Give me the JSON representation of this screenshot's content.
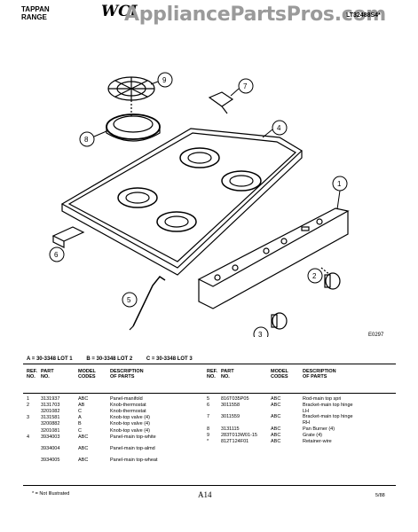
{
  "header": {
    "brand_line1": "TAPPAN",
    "brand_line2": "RANGE",
    "logo": "WCI",
    "watermark": "AppliancePartsPros.com",
    "model": "LT32488S4*"
  },
  "diagram": {
    "callouts": [
      "1",
      "2",
      "3",
      "4",
      "5",
      "6",
      "7",
      "8",
      "9"
    ],
    "figure_number": "E0297"
  },
  "lots": [
    "A = 30-3348 LOT 1",
    "B = 30-3348 LOT 2",
    "C = 30-3348 LOT 3"
  ],
  "table_headers": {
    "ref": "REF. NO.",
    "part": "PART NO.",
    "codes": "MODEL CODES",
    "desc": "DESCRIPTION OF PARTS"
  },
  "parts_left": [
    {
      "ref": "1",
      "part": "3131937",
      "codes": "ABC",
      "desc": "Panel-manifold"
    },
    {
      "ref": "2",
      "part": "3131703",
      "codes": "AB",
      "desc": "Knob-thermostat"
    },
    {
      "ref": "",
      "part": "3201082",
      "codes": "C",
      "desc": "Knob-thermostat"
    },
    {
      "ref": "3",
      "part": "3131581",
      "codes": "A",
      "desc": "Knob-top valve (4)"
    },
    {
      "ref": "",
      "part": "3200882",
      "codes": "B",
      "desc": "Knob-top valve (4)"
    },
    {
      "ref": "",
      "part": "3201081",
      "codes": "C",
      "desc": "Knob-top valve (4)"
    },
    {
      "ref": "4",
      "part": "3934003",
      "codes": "ABC",
      "desc": "Panel-main top-white"
    },
    {
      "ref": "",
      "part": "3934004",
      "codes": "ABC",
      "desc": "Panel-main top-almd"
    },
    {
      "ref": "",
      "part": "3934005",
      "codes": "ABC",
      "desc": "Panel-main top-wheat"
    }
  ],
  "parts_right": [
    {
      "ref": "5",
      "part": "816T035P05",
      "codes": "ABC",
      "desc": "Rod-main top spri"
    },
    {
      "ref": "6",
      "part": "3011558",
      "codes": "ABC",
      "desc": "Bracket-main top hinge LH"
    },
    {
      "ref": "7",
      "part": "3011559",
      "codes": "ABC",
      "desc": "Bracket-main top hinge RH"
    },
    {
      "ref": "8",
      "part": "3131115",
      "codes": "ABC",
      "desc": "Pan Burner (4)"
    },
    {
      "ref": "9",
      "part": "283T013W01-15",
      "codes": "ABC",
      "desc": "Grate (4)"
    },
    {
      "ref": "*",
      "part": "812T124F01",
      "codes": "ABC",
      "desc": "Retainer-wire"
    }
  ],
  "footer": {
    "note": "* = Not Illustrated",
    "page": "A14",
    "date": "5/88"
  }
}
